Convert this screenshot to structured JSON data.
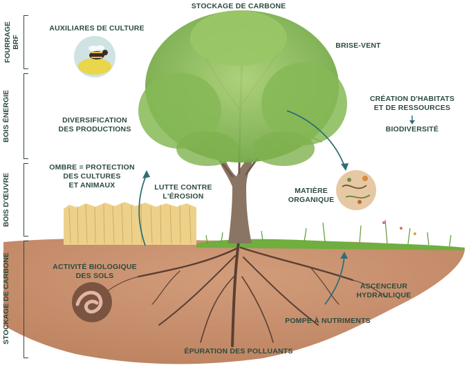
{
  "diagram": {
    "top_title": "STOCKAGE DE CARBONE",
    "side_labels": [
      {
        "line1": "FOURRAGE",
        "line2": "BRF"
      },
      {
        "line1": "BOIS ÉNERGIE",
        "line2": ""
      },
      {
        "line1": "BOIS D'ŒUVRE",
        "line2": ""
      },
      {
        "line1": "STOCKAGE DE CARBONE",
        "line2": ""
      }
    ],
    "labels": {
      "auxiliaires": "AUXILIARES DE CULTURE",
      "diversification_1": "DIVERSIFICATION",
      "diversification_2": "DES PRODUCTIONS",
      "ombre_1": "OMBRE = PROTECTION",
      "ombre_2": "DES CULTURES",
      "ombre_3": "ET ANIMAUX",
      "erosion_1": "LUTTE CONTRE",
      "erosion_2": "L'ÉROSION",
      "brise_vent": "BRISE-VENT",
      "habitats_1": "CRÉATION D'HABITATS",
      "habitats_2": "ET DE RESSOURCES",
      "biodiversite": "BIODIVERSITÉ",
      "matiere_1": "MATIÈRE",
      "matiere_2": "ORGANIQUE",
      "activite_1": "ACTIVITÉ BIOLOGIQUE",
      "activite_2": "DES SOLS",
      "ascenseur_1": "ASCENCEUR",
      "ascenseur_2": "HYDRAULIQUE",
      "pompe": "POMPE À NUTRIMENTS",
      "epuration": "ÉPURATION DES POLLUANTS"
    },
    "colors": {
      "text": "#2b4a3f",
      "soil": "#c9906e",
      "soil_dark": "#b47a59",
      "foliage": "#8fbf5a",
      "foliage_dark": "#5e9a3c",
      "trunk": "#8a7464",
      "wheat": "#e8c36a",
      "grass": "#6fae3f",
      "circle_bg": "#cfe3e3"
    },
    "icons": [
      "bee-icon",
      "earthworm-icon",
      "organic-matter-icon"
    ]
  }
}
